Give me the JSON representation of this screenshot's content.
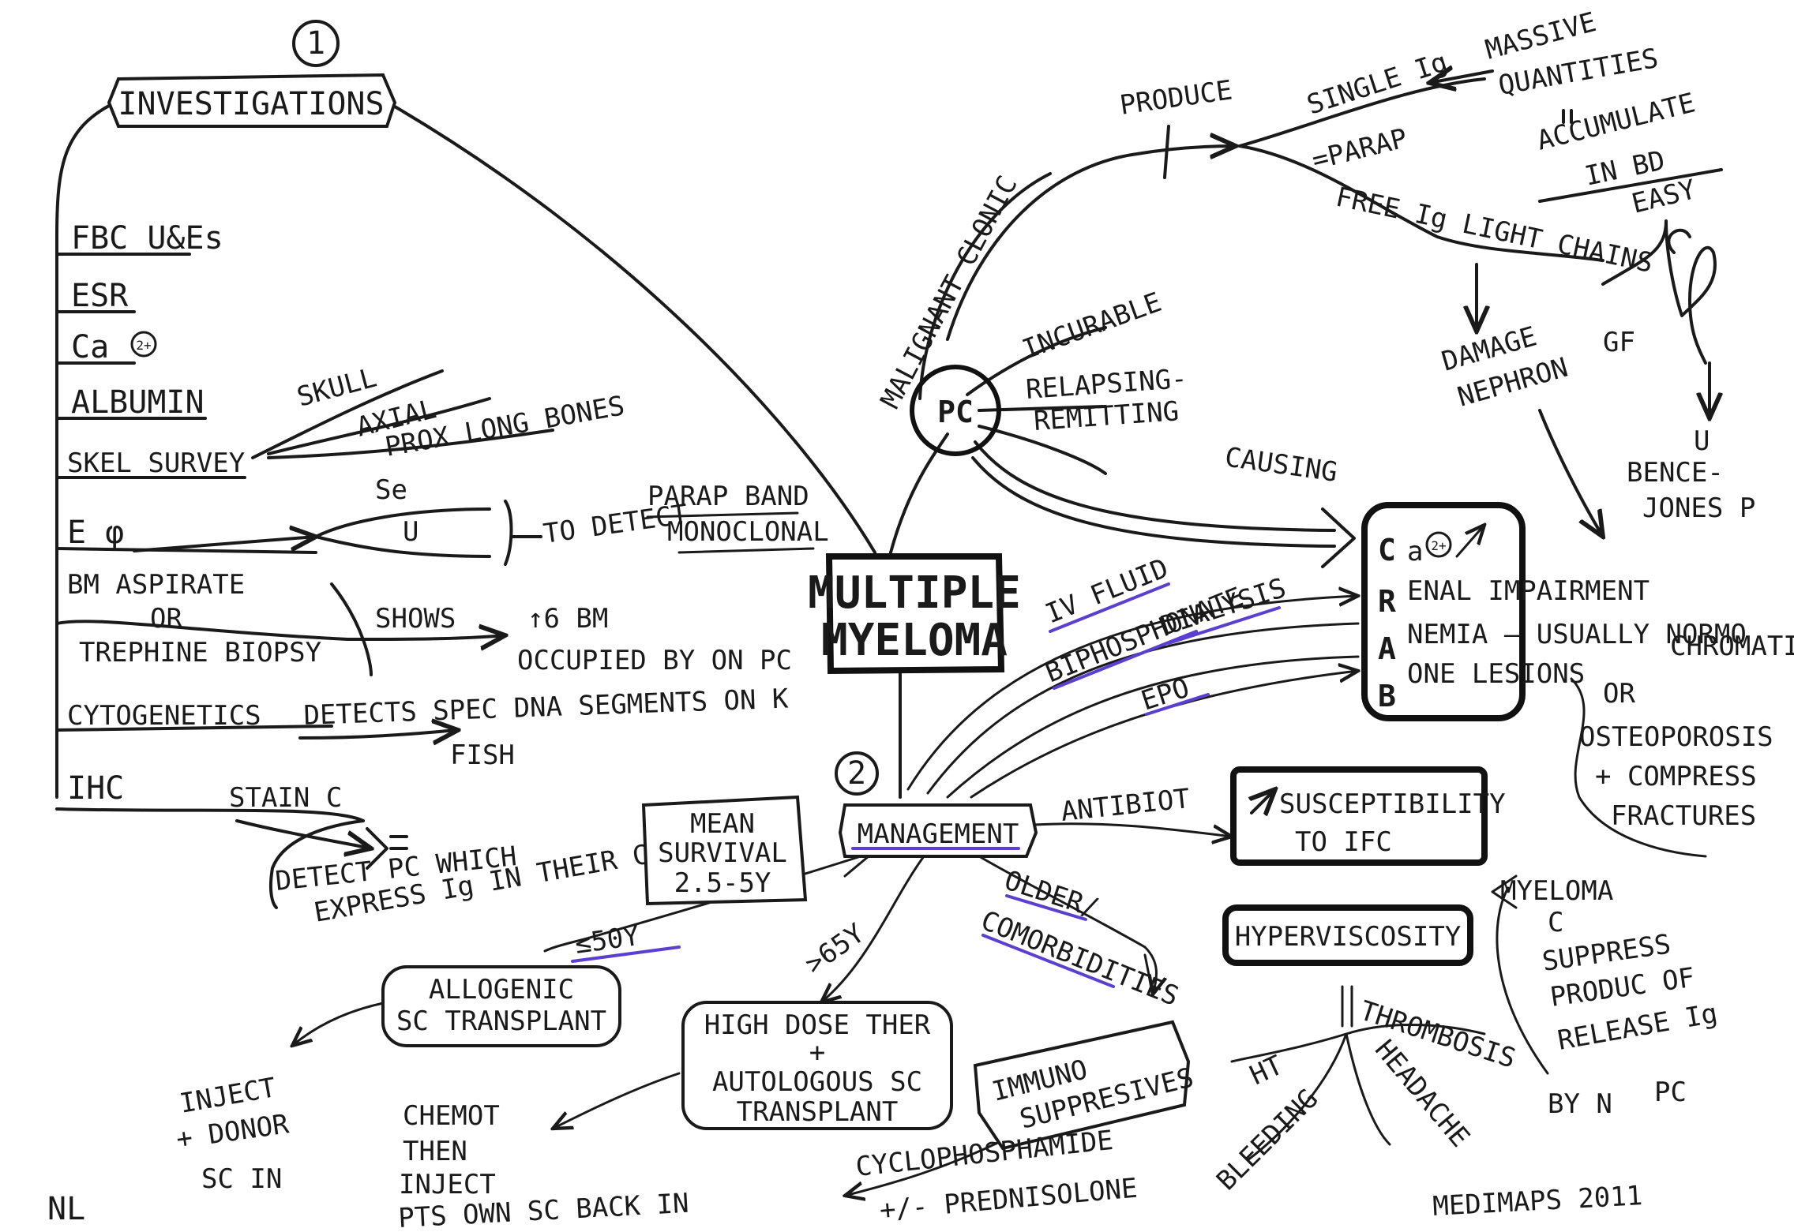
{
  "title": "MULTIPLE MYELOMA",
  "credits": {
    "initials": "NL",
    "footer": "MEDIMAPS 2011"
  },
  "investigations": {
    "number": "1",
    "heading": "INVESTIGATIONS",
    "fbc": "FBC  U&Es",
    "esr": "ESR",
    "ca": "Ca",
    "ca_sup": "2+",
    "albumin": "ALBUMIN",
    "skel": "SKEL SURVEY",
    "skull": "SKULL",
    "axial": "AXIAL",
    "prox": "PROX LONG BONES",
    "ep": "E φ",
    "se": "Se",
    "u": "U",
    "to_detect": "TO DETECT",
    "parap_band": "PARAP BAND",
    "monoclonal": "MONOCLONAL",
    "bm1": "BM ASPIRATE",
    "bm2": "OR",
    "bm3": "TREPHINE BIOPSY",
    "shows": "SHOWS",
    "bm_occ1": "↑6 BM",
    "bm_occ2": "OCCUPIED BY ON PC",
    "cyto": "CYTOGENETICS",
    "cyto_detail": "DETECTS SPEC DNA SEGMENTS ON K",
    "fish": "FISH",
    "ihc": "IHC",
    "stain": "STAIN C",
    "detect1": "DETECT PC WHICH",
    "detect2": "EXPRESS Ig IN THEIR CYTOP"
  },
  "pc": {
    "label": "PC",
    "malignant": "MALIGNANT CLONIC",
    "incurable": "INCURABLE",
    "relapsing1": "RELAPSING-",
    "relapsing2": "REMITTING",
    "produce": "PRODUCE",
    "single": "SINGLE Ig",
    "parap": "=PARAP",
    "massive": "MASSIVE",
    "quantities": "QUANTITIES",
    "equals": "=",
    "accum1": "ACCUMULATE",
    "accum2": "IN BD",
    "free": "FREE Ig LIGHT CHAINS",
    "easy": "EASY",
    "damage1": "DAMAGE",
    "damage2": "NEPHRON",
    "gf": "GF",
    "u": "U",
    "bence1": "BENCE-",
    "bence2": "JONES P",
    "causing": "CAUSING"
  },
  "crab": {
    "c": "C",
    "c_rest": "a",
    "c_sup": "2+",
    "r": "R",
    "r_rest": "ENAL IMPAIRMENT",
    "a": "A",
    "a_rest": "NEMIA — USUALLY NORMO",
    "a_cont": "CHROMATIC",
    "b": "B",
    "b_rest": "ONE LESIONS",
    "or": "OR",
    "osteo1": "OSTEOPOROSIS",
    "osteo2": "+ COMPRESS",
    "osteo3": "FRACTURES"
  },
  "treatments": {
    "iv": "IV FLUID",
    "bisph": "BIPHOSPHONATE",
    "dialysis": "DIALYSIS",
    "epo": "EPO",
    "antibiot": "ANTIBIOT"
  },
  "susceptibility": {
    "line1": "SUSCEPTIBILITY",
    "line2": "TO IFC"
  },
  "hyperviscosity": {
    "label": "HYPERVISCOSITY",
    "ht": "HT",
    "thrombosis": "THROMBOSIS",
    "bleeding": "BLEEDING",
    "headache": "HEADACHE",
    "myeloma1": "MYELOMA",
    "myeloma2": "C",
    "myeloma3": "SUPPRESS",
    "myeloma4": "PRODUC OF",
    "myeloma5": "RELEASE Ig",
    "myeloma6": "BY N",
    "myeloma7": "PC"
  },
  "management": {
    "number": "2",
    "heading": "MANAGEMENT",
    "mean1": "MEAN",
    "mean2": "SURVIVAL",
    "mean3": "2.5-5Y",
    "under": "≤50Y",
    "allo1": "ALLOGENIC",
    "allo2": "SC TRANSPLANT",
    "inject1": "INJECT",
    "inject2": "+ DONOR",
    "inject3": "SC IN",
    "over": ">65Y",
    "high1": "HIGH DOSE THER",
    "high2": "+",
    "high3": "AUTOLOGOUS SC",
    "high4": "TRANSPLANT",
    "chemo1": "CHEMOT",
    "chemo2": "THEN",
    "chemo3": "INJECT",
    "chemo4": "PTS OWN SC BACK IN",
    "older1": "OLDER/",
    "older2": "COMORBIDITIES",
    "immuno1": "IMMUNO",
    "immuno2": "SUPPRESIVES",
    "cyclo": "CYCLOPHOSPHAMIDE",
    "pred": "+/- PREDNISOLONE"
  },
  "colors": {
    "ink": "#1a1a1a",
    "highlight": "#5a3fd0"
  }
}
